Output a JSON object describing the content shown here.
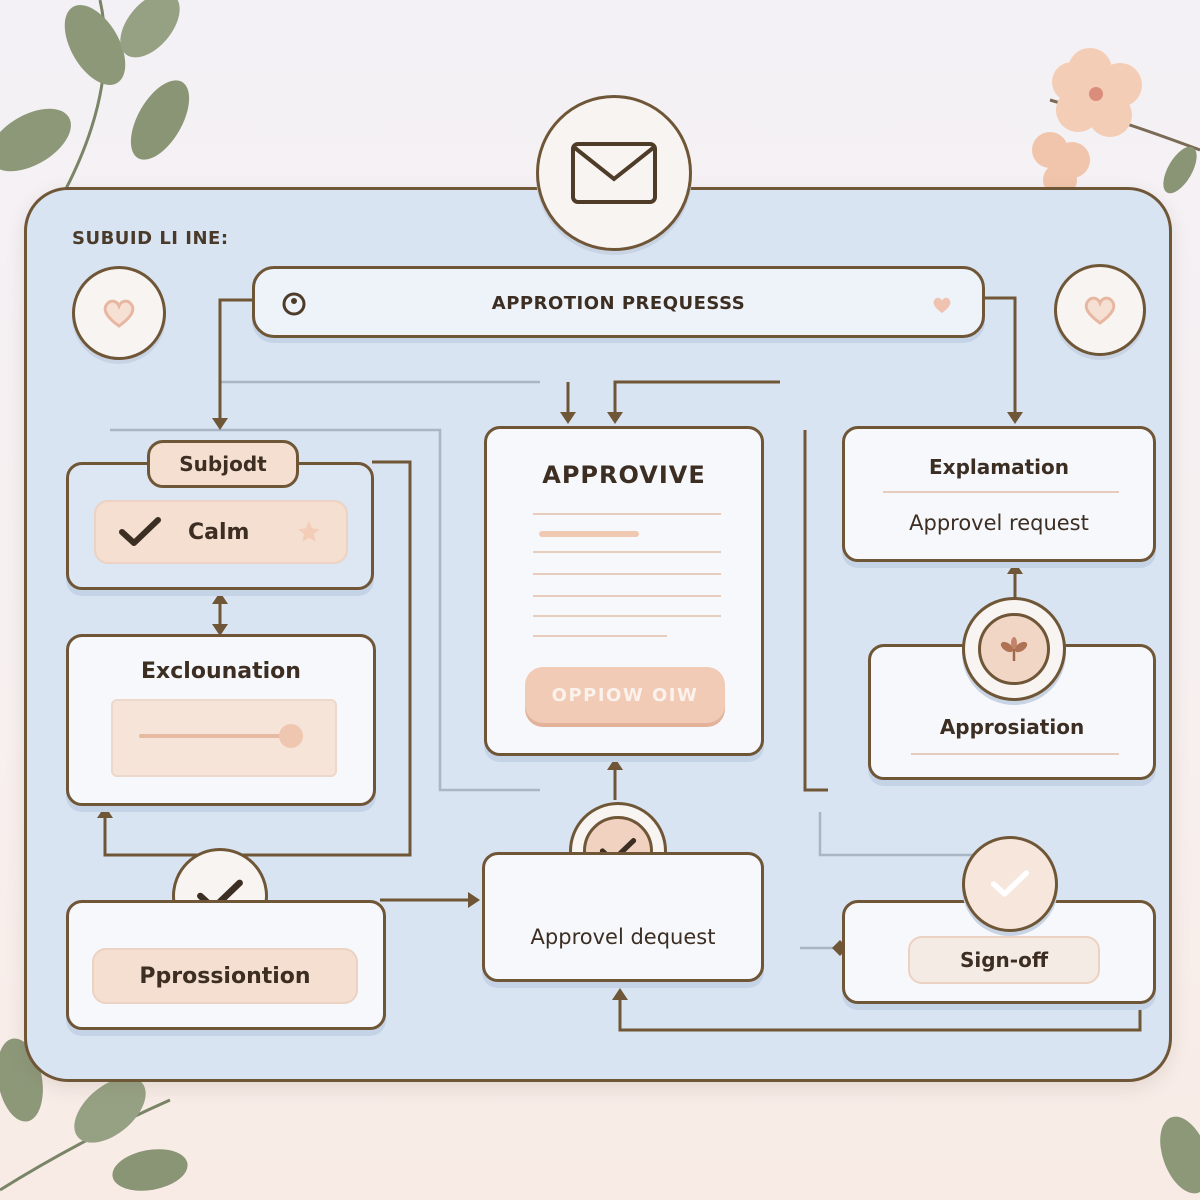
{
  "header": {
    "label": "SUBUID LI INE:",
    "search_bar_text": "APPROTION PREQUESSS",
    "mail_icon": "envelope-icon"
  },
  "left_column": {
    "subject_tab": "Subjodt",
    "calm_label": "Calm",
    "explanation_title": "Exclounation",
    "bottom_label": "Pprossiontion"
  },
  "center_column": {
    "card_title": "APPROVIVE",
    "button_label": "OPPIOW OIW",
    "bottom_card_label": "Approvel dequest"
  },
  "right_column": {
    "top_title": "Explamation",
    "top_subtitle": "Approvel request",
    "middle_label": "Approsiation",
    "bottom_label": "Sign-off"
  },
  "colors": {
    "panel": "#d9e4f2",
    "outline": "#6f5636",
    "peach": "#f4dfd1",
    "card": "#f6f8fc"
  }
}
